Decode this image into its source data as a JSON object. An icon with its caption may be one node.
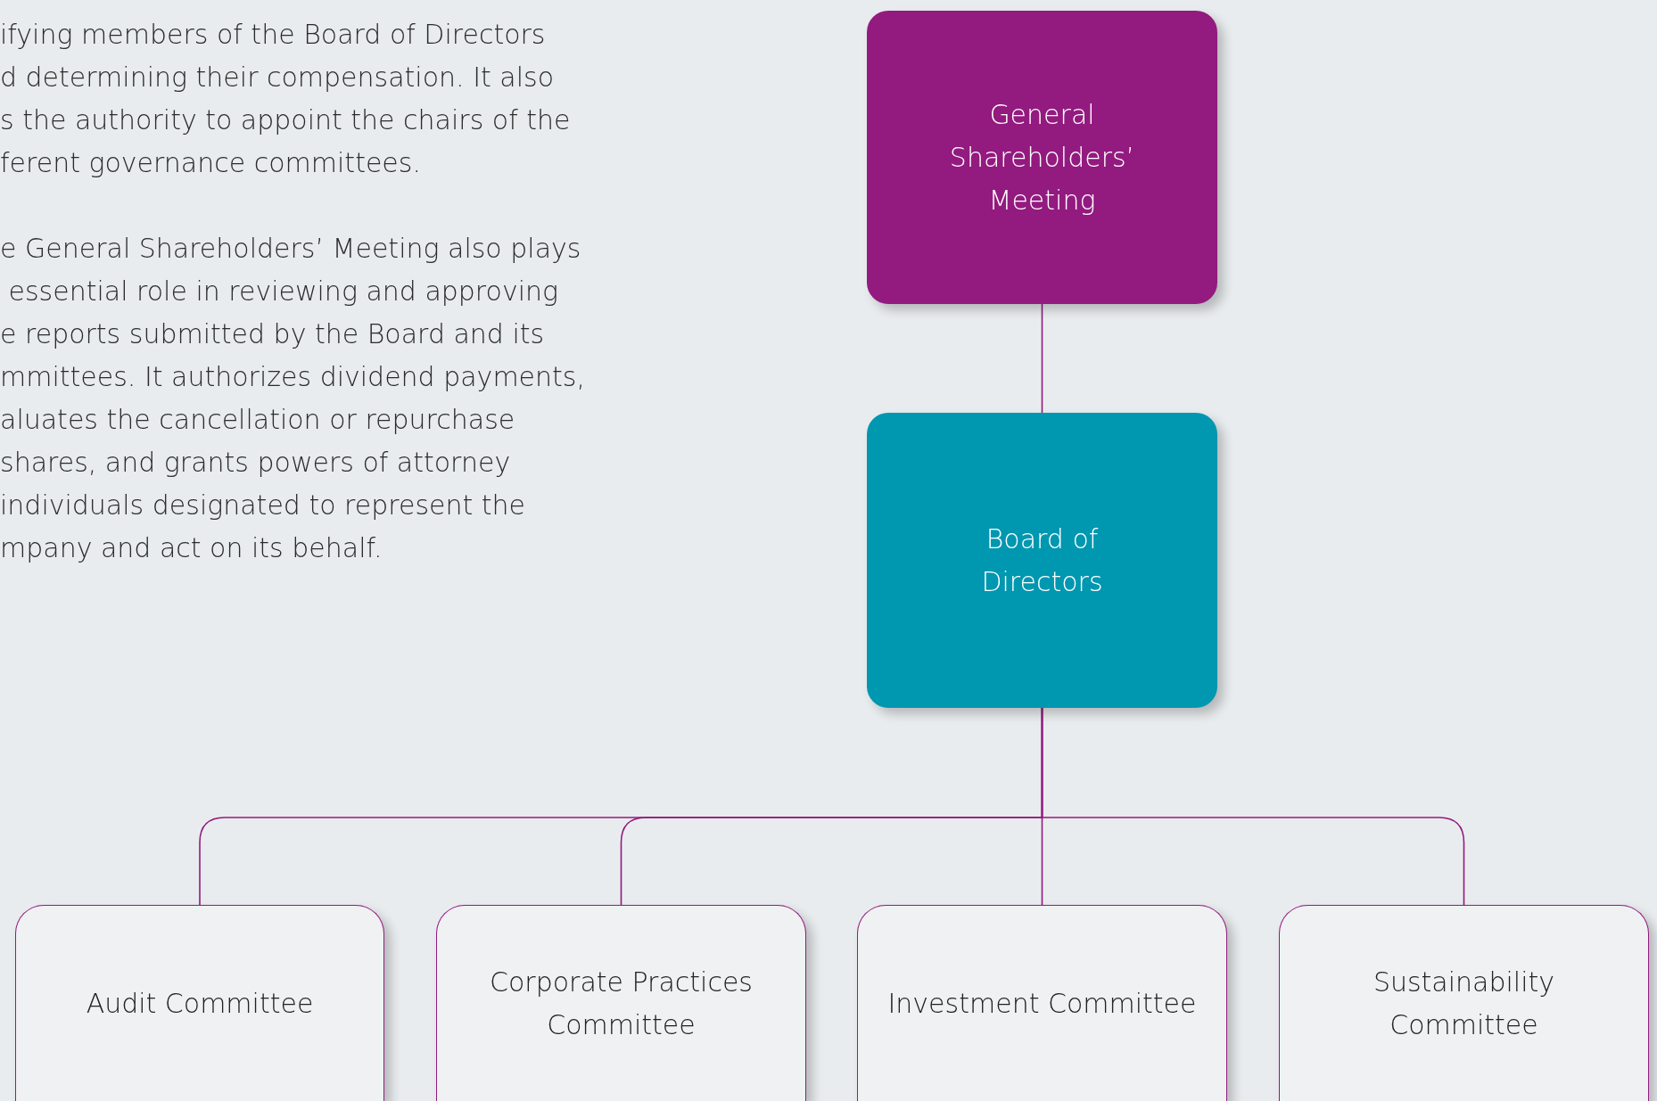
{
  "diagram": {
    "nodes": [
      {
        "text": [
          "General Shareholders’ Meeting"
        ]
      },
      {
        "text": [
          "Board of Directors"
        ]
      },
      {
        "text": [
          "Audit Committee"
        ]
      },
      {
        "text": [
          "Corporate Practices Committee"
        ]
      },
      {
        "text": [
          "Investment Committee"
        ]
      },
      {
        "text": [
          "Sustainability Committee"
        ]
      }
    ],
    "edges": [
      {
        "from": 0,
        "to": 1,
        "arrow": "none"
      },
      {
        "from": 1,
        "to": 2,
        "arrow": "none"
      },
      {
        "from": 1,
        "to": 3,
        "arrow": "none"
      },
      {
        "from": 1,
        "to": 4,
        "arrow": "none"
      },
      {
        "from": 1,
        "to": 5,
        "arrow": "none"
      }
    ],
    "labels": [
      "ifying members of the Board of Directors",
      "d determining their compensation. It also",
      "s the authority to appoint the chairs of the",
      "ferent governance committees.",
      "e General Shareholders’ Meeting also plays",
      " essential role in reviewing and approving",
      "e reports submitted by the Board and its",
      "mmittees. It authorizes dividend payments,",
      "aluates the cancellation or repurchase",
      "shares, and grants powers of attorney",
      "individuals designated to represent the",
      "mpany and act on its behalf."
    ]
  }
}
